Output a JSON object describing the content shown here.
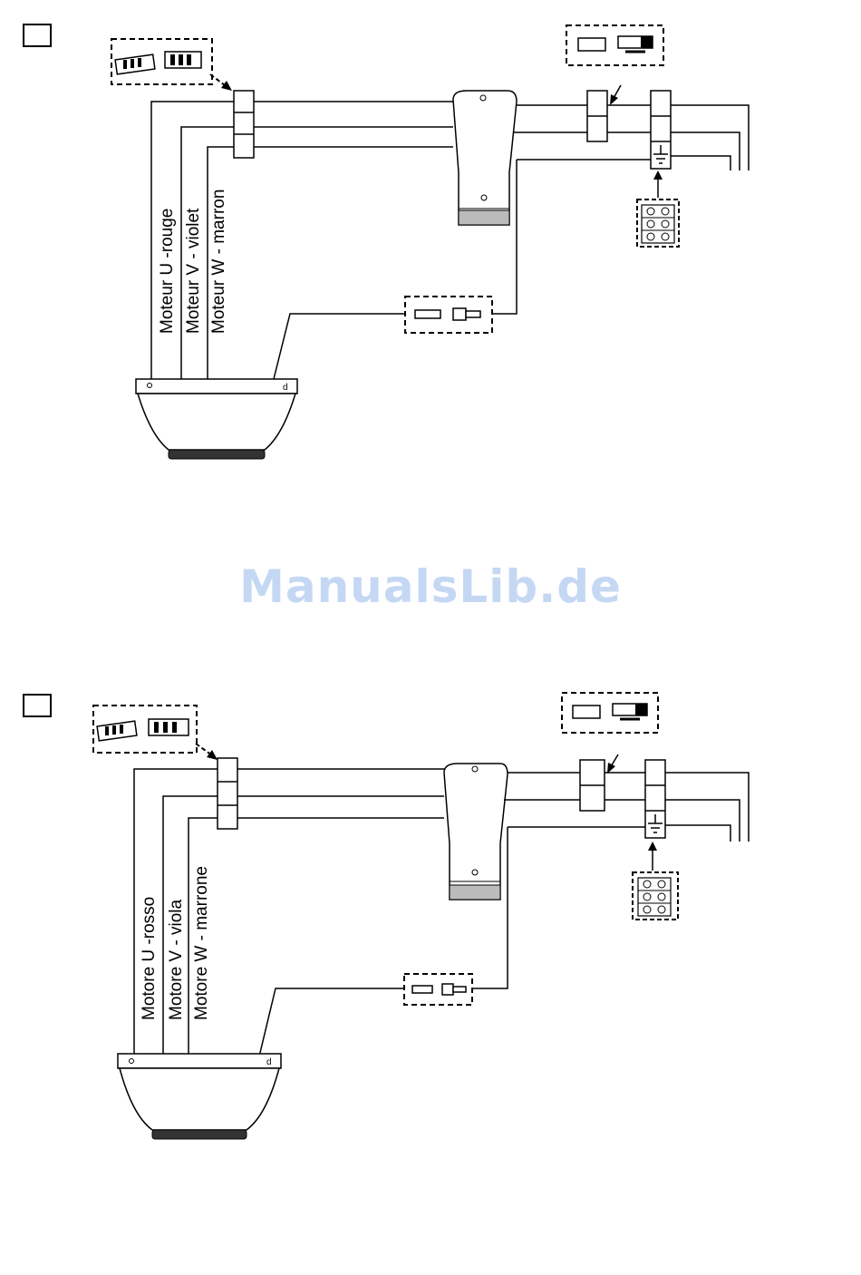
{
  "watermark": "ManualsLib.de",
  "diagrams": [
    {
      "id": "fr",
      "labels": [
        "Moteur U -rouge",
        "Moteur V - violet",
        "Moteur W - marron"
      ]
    },
    {
      "id": "it",
      "labels": [
        "Motore U -rosso",
        "Motore V - viola",
        "Motore W - marrone"
      ]
    }
  ]
}
